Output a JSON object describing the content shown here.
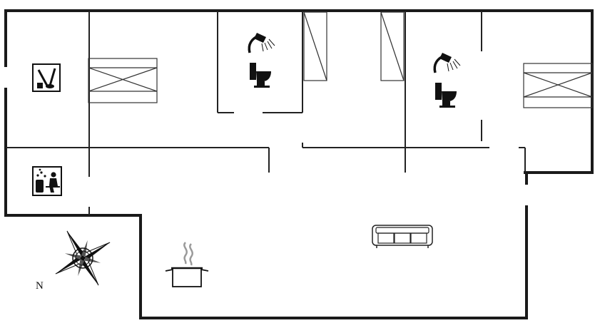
{
  "floorplan": {
    "compass_label": "N",
    "rooms": [
      {
        "name": "utility",
        "icon": "utility-icon"
      },
      {
        "name": "sauna",
        "icon": "sauna-icon"
      },
      {
        "name": "bathroom-1",
        "icon": "shower-icon"
      },
      {
        "name": "bathroom-1-wc",
        "icon": "toilet-icon"
      },
      {
        "name": "bathroom-2",
        "icon": "shower-icon"
      },
      {
        "name": "bathroom-2-wc",
        "icon": "toilet-icon"
      },
      {
        "name": "kitchen",
        "icon": "cooking-pot-icon"
      },
      {
        "name": "living-room",
        "icon": "sofa-icon"
      },
      {
        "name": "bedroom-1",
        "icon": "bed-icon"
      },
      {
        "name": "bedroom-2",
        "icon": "bed-icon"
      }
    ],
    "colors": {
      "wall": "#1a1a1a",
      "background": "#ffffff"
    }
  }
}
